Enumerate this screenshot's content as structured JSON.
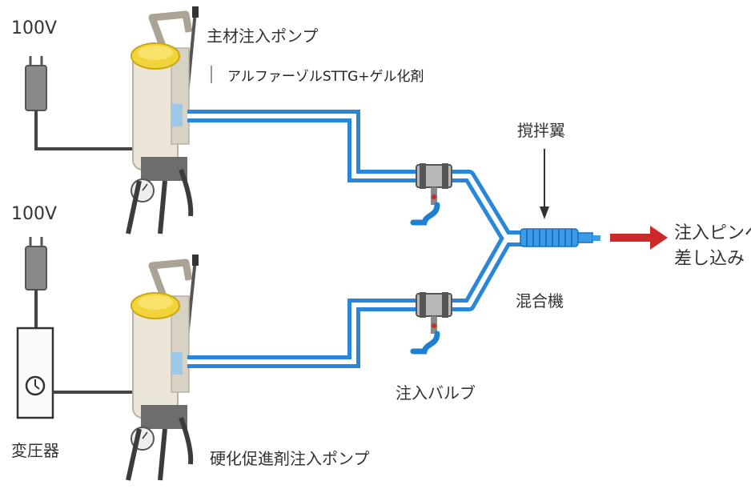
{
  "labels": {
    "voltage_top": "100V",
    "voltage_bottom": "100V",
    "main_pump": "主材注入ポンプ",
    "main_pump_material": "アルファーゾルSTTG+ゲル化剤",
    "hardener_pump": "硬化促進剤注入ポンプ",
    "transformer": "変圧器",
    "stirrer_blade": "撹拌翼",
    "mixer": "混合機",
    "injection_valve": "注入バルブ",
    "output_line1": "注入ピンへ",
    "output_line2": "差し込み"
  },
  "colors": {
    "hose": "#2a86d8",
    "hose_inner": "#ffffff",
    "mixer": "#3a9be8",
    "arrow": "#cc2a2a",
    "pump_lid": "#f2d43a",
    "pump_body": "#ece6d8",
    "device": "#8a8a8a",
    "cable": "#444444",
    "valve_handle": "#1f7fd0"
  }
}
